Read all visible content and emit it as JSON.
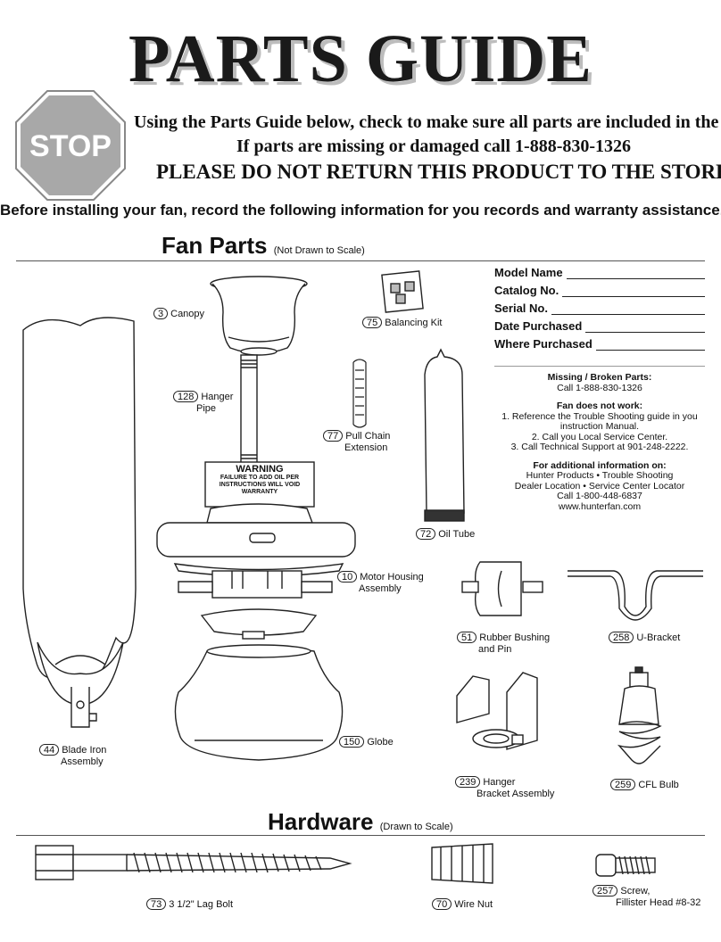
{
  "title": "PARTS GUIDE",
  "stop_sign": "STOP",
  "headlines": {
    "line1": "Using the Parts Guide below, check to make sure all parts are included in the box",
    "line2": "If parts are missing or damaged call 1-888-830-1326",
    "line3": "PLEASE DO NOT RETURN THIS PRODUCT TO THE STORE."
  },
  "record_notice": "Before installing your fan, record the following information for you records and warranty assistance.",
  "fan_parts": {
    "title": "Fan Parts",
    "subtitle": "(Not Drawn to Scale)"
  },
  "hardware": {
    "title": "Hardware",
    "subtitle": "(Drawn to Scale)"
  },
  "record_fields": [
    "Model Name",
    "Catalog No.",
    "Serial No.",
    "Date Purchased",
    "Where Purchased"
  ],
  "support": {
    "missing_title": "Missing / Broken Parts:",
    "missing_phone": "Call 1-888-830-1326",
    "not_work_title": "Fan does not work:",
    "step1a": "1. Reference the Trouble Shooting guide in you",
    "step1b": "instruction Manual.",
    "step2": "2. Call you Local Service Center.",
    "step3": "3. Call Technical Support at 901-248-2222.",
    "info_title": "For additional information on:",
    "info1": "Hunter Products • Trouble Shooting",
    "info2": "Dealer Location • Service Center Locator",
    "info3": "Call 1-800-448-6837",
    "website": "www.hunterfan.com"
  },
  "warning_label": {
    "title": "WARNING",
    "line1": "FAILURE TO ADD OIL PER",
    "line2": "INSTRUCTIONS WILL VOID",
    "line3": "WARRANTY"
  },
  "parts": {
    "canopy": {
      "num": "3",
      "name": "Canopy"
    },
    "balancing_kit": {
      "num": "75",
      "name": "Balancing Kit"
    },
    "hanger_pipe": {
      "num": "128",
      "name": "Hanger",
      "name2": "Pipe"
    },
    "pull_chain": {
      "num": "77",
      "name": "Pull Chain",
      "name2": "Extension"
    },
    "oil_tube": {
      "num": "72",
      "name": "Oil Tube"
    },
    "motor_housing": {
      "num": "10",
      "name": "Motor Housing",
      "name2": "Assembly"
    },
    "rubber_bushing": {
      "num": "51",
      "name": "Rubber Bushing",
      "name2": "and Pin"
    },
    "u_bracket": {
      "num": "258",
      "name": "U-Bracket"
    },
    "globe": {
      "num": "150",
      "name": "Globe"
    },
    "blade_iron": {
      "num": "44",
      "name": "Blade Iron",
      "name2": "Assembly"
    },
    "hanger_bracket": {
      "num": "239",
      "name": "Hanger",
      "name2": "Bracket Assembly"
    },
    "cfl_bulb": {
      "num": "259",
      "name": "CFL Bulb"
    },
    "lag_bolt": {
      "num": "73",
      "name": "3 1/2\" Lag Bolt"
    },
    "wire_nut": {
      "num": "70",
      "name": "Wire Nut"
    },
    "screw": {
      "num": "257",
      "name": "Screw,",
      "name2": "Fillister Head #8-32"
    }
  }
}
